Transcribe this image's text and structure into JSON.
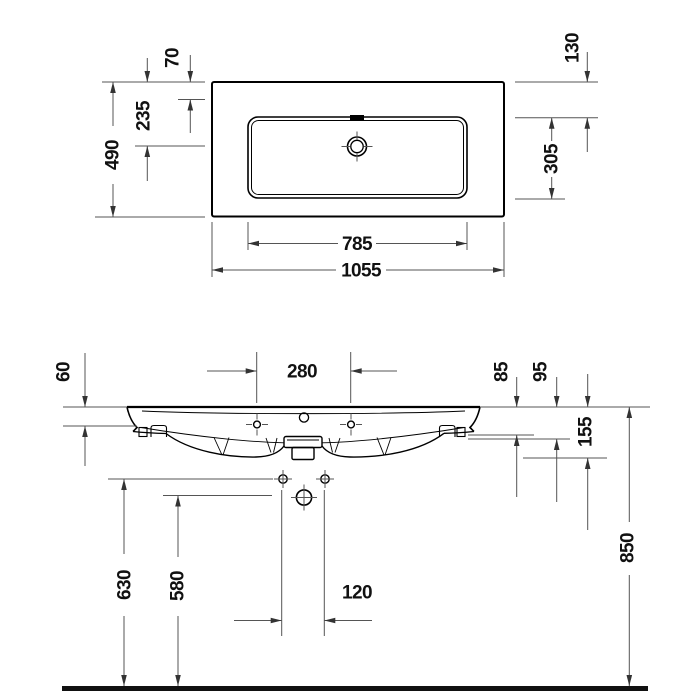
{
  "drawing": {
    "type": "technical-dimension-drawing",
    "product": "rectangular washbasin",
    "colors": {
      "object_line": "#000000",
      "dimension_line": "#555555",
      "label_text": "#111111",
      "floor_line": "#111111",
      "background": "#ffffff"
    },
    "plan": {
      "overall_width": "1055",
      "overall_depth": "490",
      "basin_width": "785",
      "basin_depth": "305",
      "back_to_basin": "130",
      "back_to_line": "70",
      "back_to_tap": "235"
    },
    "elevation": {
      "tap_hole_spacing": "280",
      "side_edge_height": "60",
      "top_to_fixing_holes": "85",
      "top_to_rim_bottom": "95",
      "top_to_underside": "155",
      "floor_to_fixing_holes": "630",
      "floor_to_drain": "580",
      "drain_hole_spacing": "120",
      "floor_to_top": "850"
    }
  }
}
